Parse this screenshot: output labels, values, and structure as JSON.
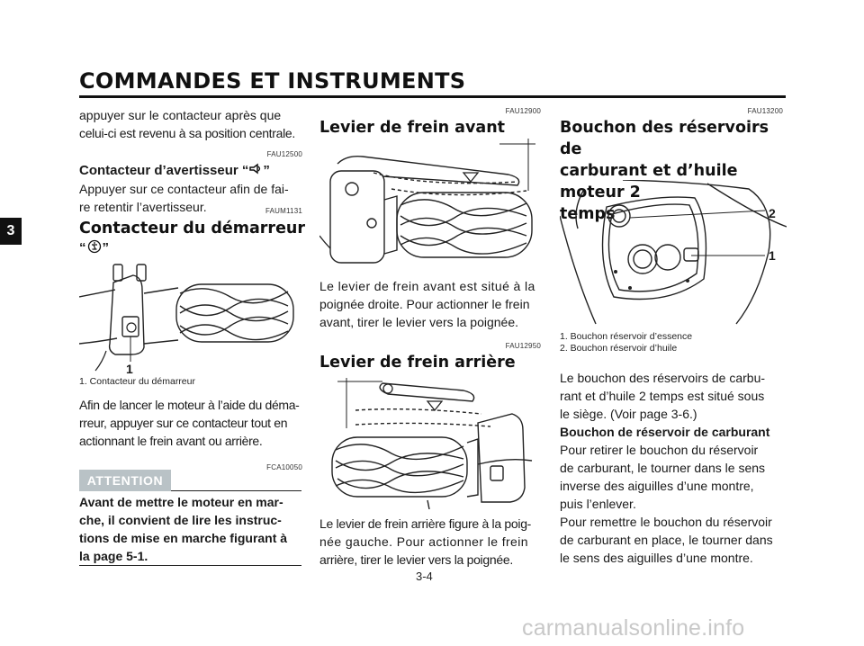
{
  "header": {
    "title": "COMMANDES ET INSTRUMENTS",
    "chapter_tab": "3"
  },
  "col1": {
    "intro": [
      "appuyer sur le contacteur après que",
      "celui-ci est revenu à sa position centrale."
    ],
    "horn": {
      "code": "FAU12500",
      "title_prefix": "Contacteur d’avertisseur “",
      "title_suffix": "”",
      "icon": "horn-icon",
      "text": [
        "Appuyer sur ce contacteur afin de fai-",
        "re retentir l’avertisseur."
      ]
    },
    "starter": {
      "code": "FAUM1131",
      "title": "Contacteur du démarreur",
      "symbol_prefix": "“",
      "symbol_suffix": "”",
      "icon": "starter-icon",
      "callout": "1",
      "caption": "1. Contacteur du démarreur",
      "text": [
        "Afin de lancer le moteur à l’aide du déma-",
        "rreur, appuyer sur ce contacteur tout en",
        "actionnant le frein avant ou arrière."
      ]
    },
    "caution": {
      "code": "FCA10050",
      "label": "ATTENTION",
      "text": [
        "Avant de mettre le moteur en mar-",
        "che, il convient de lire les instruc-",
        "tions de mise en marche figurant à",
        "la page 5-1."
      ]
    }
  },
  "col2": {
    "front_brake": {
      "code": "FAU12900",
      "title": "Levier de frein avant",
      "text": [
        "Le levier de frein avant est situé à la",
        "poignée droite. Pour actionner le frein",
        "avant, tirer le levier vers la poignée."
      ]
    },
    "rear_brake": {
      "code": "FAU12950",
      "title": "Levier de frein arrière",
      "text": [
        "Le levier de frein arrière figure à la poig-",
        "née gauche. Pour actionner le frein",
        "arrière, tirer le levier vers la poignée."
      ]
    },
    "page_number": "3-4"
  },
  "col3": {
    "code": "FAU13200",
    "title": [
      "Bouchon des réservoirs de",
      "carburant et d’huile moteur 2",
      "temps"
    ],
    "callouts": [
      "2",
      "1"
    ],
    "captions": [
      "1. Bouchon réservoir d’essence",
      "2. Bouchon réservoir d’huile"
    ],
    "text": [
      "Le bouchon des réservoirs de carbu-",
      "rant et d’huile 2 temps est situé sous",
      "le siège. (Voir page 3-6.)"
    ],
    "subheading": "Bouchon de réservoir de carburant",
    "text2": [
      "Pour retirer le bouchon du réservoir",
      "de carburant, le tourner dans le sens",
      "inverse des aiguilles d’une montre,",
      "puis l’enlever.",
      "Pour remettre le bouchon du réservoir",
      "de carburant en place, le tourner dans",
      "le sens des aiguilles d’une montre."
    ]
  },
  "watermark": "carmanualsonline.info"
}
